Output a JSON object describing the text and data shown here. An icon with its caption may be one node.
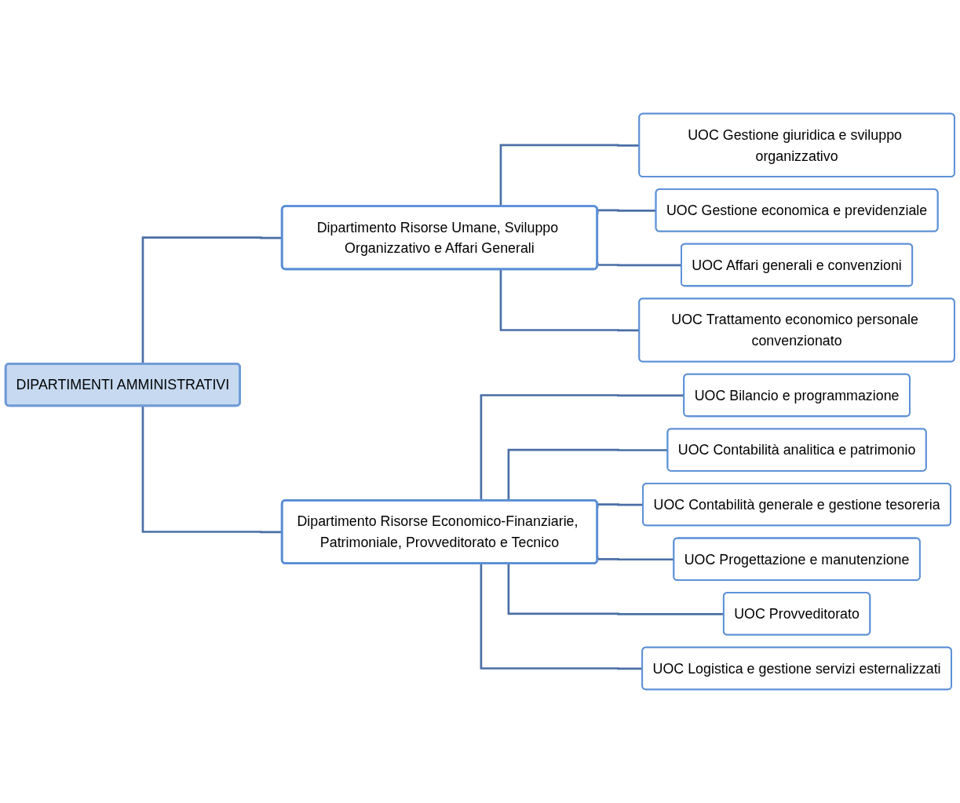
{
  "diagram": {
    "nodes": [
      {
        "text": [
          "DIPARTIMENTI AMMINISTRATIVI"
        ]
      },
      {
        "text": [
          "Dipartimento Risorse Umane, Sviluppo Organizzativo e Affari Generali"
        ]
      },
      {
        "text": [
          "Dipartimento Risorse Economico-Finanziarie, Patrimoniale, Provveditorato e Tecnico"
        ]
      },
      {
        "text": [
          "UOC Gestione giuridica e sviluppo organizzativo"
        ]
      },
      {
        "text": [
          "UOC Gestione economica e previdenziale"
        ]
      },
      {
        "text": [
          "UOC Affari generali e convenzioni"
        ]
      },
      {
        "text": [
          "UOC Trattamento economico personale convenzionato"
        ]
      },
      {
        "text": [
          "UOC Bilancio e programmazione"
        ]
      },
      {
        "text": [
          "UOC Contabilità analitica e patrimonio"
        ]
      },
      {
        "text": [
          "UOC Contabilità generale e gestione tesoreria"
        ]
      },
      {
        "text": [
          "UOC Progettazione e manutenzione"
        ]
      },
      {
        "text": [
          "UOC Provveditorato"
        ]
      },
      {
        "text": [
          "UOC Logistica e gestione servizi esternalizzati"
        ]
      }
    ],
    "edges": [
      {
        "from": 0,
        "to": 1,
        "arrow": "none"
      },
      {
        "from": 0,
        "to": 2,
        "arrow": "none"
      },
      {
        "from": 1,
        "to": 3,
        "arrow": "none"
      },
      {
        "from": 1,
        "to": 4,
        "arrow": "none"
      },
      {
        "from": 1,
        "to": 5,
        "arrow": "none"
      },
      {
        "from": 1,
        "to": 6,
        "arrow": "none"
      },
      {
        "from": 2,
        "to": 7,
        "arrow": "none"
      },
      {
        "from": 2,
        "to": 8,
        "arrow": "none"
      },
      {
        "from": 2,
        "to": 9,
        "arrow": "none"
      },
      {
        "from": 2,
        "to": 10,
        "arrow": "none"
      },
      {
        "from": 2,
        "to": 11,
        "arrow": "none"
      },
      {
        "from": 2,
        "to": 12,
        "arrow": "none"
      }
    ]
  }
}
